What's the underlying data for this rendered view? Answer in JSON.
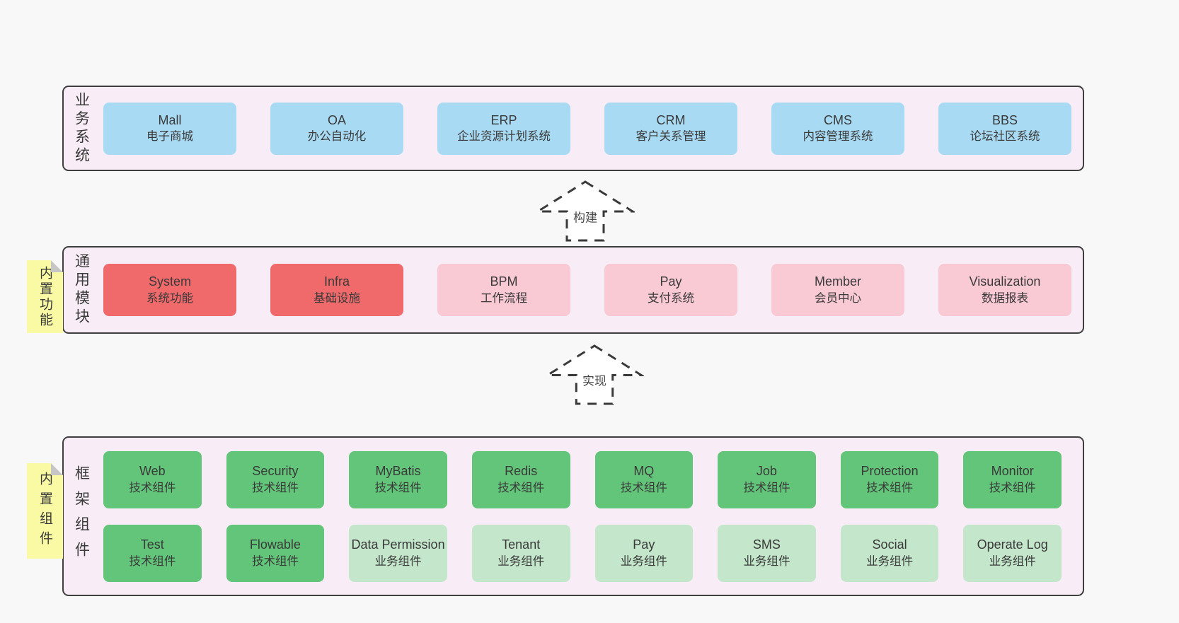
{
  "colors": {
    "page_bg": "#f8f8f8",
    "panel_bg": "#f8edf6",
    "panel_border": "#3f3f3f",
    "blue_box": "#a9daf3",
    "red_box": "#f0696b",
    "pink_box": "#f9c9d4",
    "green_box": "#62c579",
    "light_green_box": "#c4e7cc",
    "sticky_yellow": "#fafaa4",
    "sticky_fold_gray": "#c6c6c6",
    "text": "#3a3a3a"
  },
  "sections": {
    "business": {
      "label": "业务系统",
      "boxes": [
        {
          "title": "Mall",
          "subtitle": "电子商城",
          "variant": "blue"
        },
        {
          "title": "OA",
          "subtitle": "办公自动化",
          "variant": "blue"
        },
        {
          "title": "ERP",
          "subtitle": "企业资源计划系统",
          "variant": "blue"
        },
        {
          "title": "CRM",
          "subtitle": "客户关系管理",
          "variant": "blue"
        },
        {
          "title": "CMS",
          "subtitle": "内容管理系统",
          "variant": "blue"
        },
        {
          "title": "BBS",
          "subtitle": "论坛社区系统",
          "variant": "blue"
        }
      ]
    },
    "arrow_build": {
      "label": "构建"
    },
    "modules": {
      "label": "通用模块",
      "sticky": "内置功能",
      "boxes": [
        {
          "title": "System",
          "subtitle": "系统功能",
          "variant": "red"
        },
        {
          "title": "Infra",
          "subtitle": "基础设施",
          "variant": "red"
        },
        {
          "title": "BPM",
          "subtitle": "工作流程",
          "variant": "pink"
        },
        {
          "title": "Pay",
          "subtitle": "支付系统",
          "variant": "pink"
        },
        {
          "title": "Member",
          "subtitle": "会员中心",
          "variant": "pink"
        },
        {
          "title": "Visualization",
          "subtitle": "数据报表",
          "variant": "pink"
        }
      ]
    },
    "arrow_implement": {
      "label": "实现"
    },
    "framework": {
      "label": "框架组件",
      "sticky": "内置组件",
      "rows": [
        [
          {
            "title": "Web",
            "subtitle": "技术组件",
            "variant": "green"
          },
          {
            "title": "Security",
            "subtitle": "技术组件",
            "variant": "green"
          },
          {
            "title": "MyBatis",
            "subtitle": "技术组件",
            "variant": "green"
          },
          {
            "title": "Redis",
            "subtitle": "技术组件",
            "variant": "green"
          },
          {
            "title": "MQ",
            "subtitle": "技术组件",
            "variant": "green"
          },
          {
            "title": "Job",
            "subtitle": "技术组件",
            "variant": "green"
          },
          {
            "title": "Protection",
            "subtitle": "技术组件",
            "variant": "green"
          },
          {
            "title": "Monitor",
            "subtitle": "技术组件",
            "variant": "green"
          }
        ],
        [
          {
            "title": "Test",
            "subtitle": "技术组件",
            "variant": "green"
          },
          {
            "title": "Flowable",
            "subtitle": "技术组件",
            "variant": "green"
          },
          {
            "title": "Data Permission",
            "subtitle": "业务组件",
            "variant": "light-green"
          },
          {
            "title": "Tenant",
            "subtitle": "业务组件",
            "variant": "light-green"
          },
          {
            "title": "Pay",
            "subtitle": "业务组件",
            "variant": "light-green"
          },
          {
            "title": "SMS",
            "subtitle": "业务组件",
            "variant": "light-green"
          },
          {
            "title": "Social",
            "subtitle": "业务组件",
            "variant": "light-green"
          },
          {
            "title": "Operate Log",
            "subtitle": "业务组件",
            "variant": "light-green"
          }
        ]
      ]
    }
  }
}
